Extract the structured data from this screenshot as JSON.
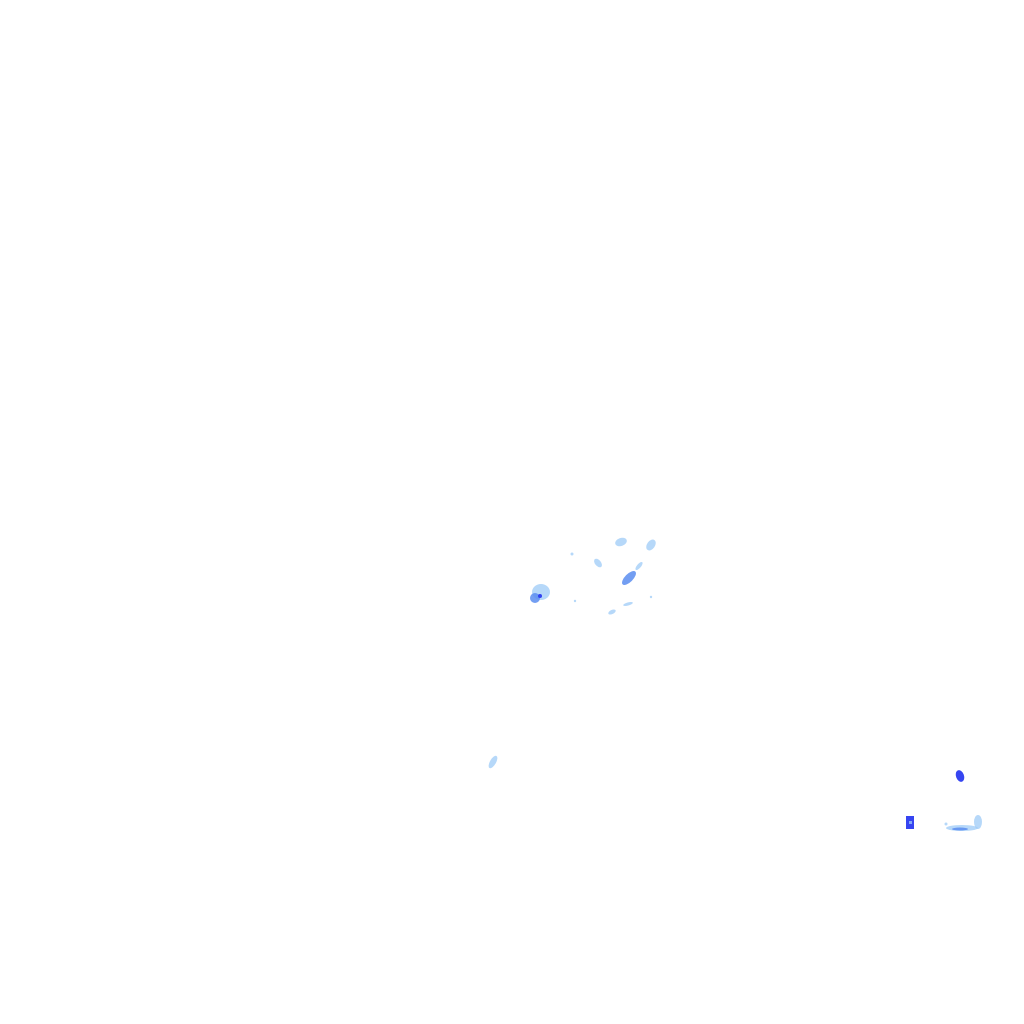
{
  "map": {
    "layer": "rainfall-radar-overlay",
    "background_color": "#ffffff",
    "intensity_colors": {
      "light": "#9ecbf7",
      "medium": "#5a8df0",
      "heavy": "#2b3bf0"
    },
    "echo_clusters": [
      {
        "id": "central-band",
        "intensity": "medium"
      },
      {
        "id": "central-west-cell",
        "intensity": "medium"
      },
      {
        "id": "south-isolated-cell",
        "intensity": "light"
      },
      {
        "id": "southeast-north-cell",
        "intensity": "heavy"
      },
      {
        "id": "southeast-west-cell",
        "intensity": "heavy"
      },
      {
        "id": "southeast-scatter",
        "intensity": "light"
      }
    ]
  }
}
